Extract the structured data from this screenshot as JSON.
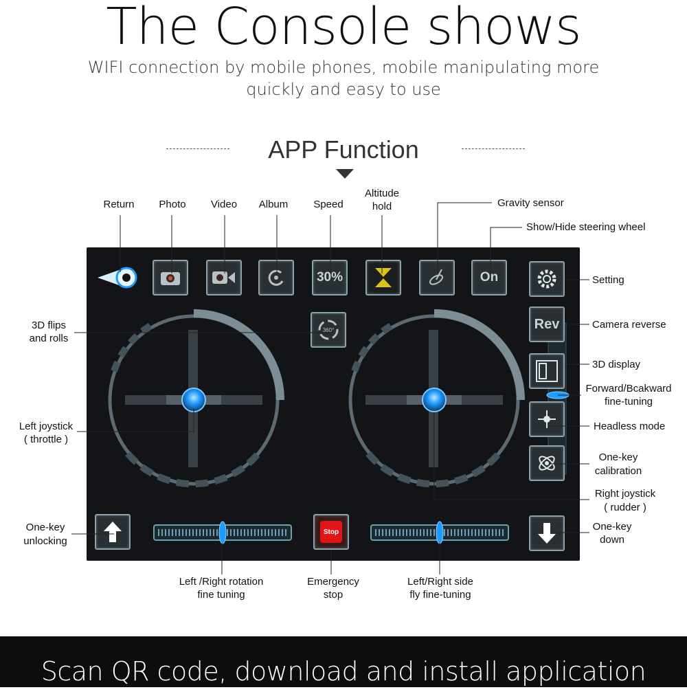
{
  "header": {
    "title": "The Console shows",
    "subtitle_line1": "WIFI connection by mobile phones, mobile manipulating more",
    "subtitle_line2": "quickly and easy to use"
  },
  "section": {
    "title": "APP Function"
  },
  "toolbar": {
    "speed_value": "30%",
    "toggle_value": "On",
    "rev_label": "Rev",
    "stop_label": "Stop",
    "flip_label": "360°"
  },
  "callouts": {
    "return": "Return",
    "photo": "Photo",
    "video": "Video",
    "album": "Album",
    "speed": "Speed",
    "altitude_1": "Altitude",
    "altitude_2": "hold",
    "gravity": "Gravity sensor",
    "steering": "Show/Hide steering wheel",
    "setting": "Setting",
    "camera_reverse": "Camera reverse",
    "display_3d": "3D display",
    "fwd_1": "Forward/Bcakward",
    "fwd_2": "fine-tuning",
    "headless": "Headless mode",
    "calib_1": "One-key",
    "calib_2": "calibration",
    "rjoy_1": "Right joystick",
    "rjoy_2": "( rudder )",
    "down_1": "One-key",
    "down_2": "down",
    "flips_1": "3D flips",
    "flips_2": "and rolls",
    "ljoy_1": "Left joystick",
    "ljoy_2": "( throttle )",
    "unlock_1": "One-key",
    "unlock_2": "unlocking",
    "rot_1": "Left /Right rotation",
    "rot_2": "fine tuning",
    "stop_1": "Emergency",
    "stop_2": "stop",
    "side_1": "Left/Right side",
    "side_2": "fly fine-tuning"
  },
  "footer": {
    "text": "Scan QR code, download and install application"
  },
  "sliders": {
    "rotation_trim": 0.5,
    "side_trim": 0.5,
    "forward_trim": 0.5
  },
  "colors": {
    "panel": "#121417",
    "accent_blue": "#1e9bff",
    "altitude_yellow": "#d9c21a",
    "stop_red": "#e01515"
  }
}
